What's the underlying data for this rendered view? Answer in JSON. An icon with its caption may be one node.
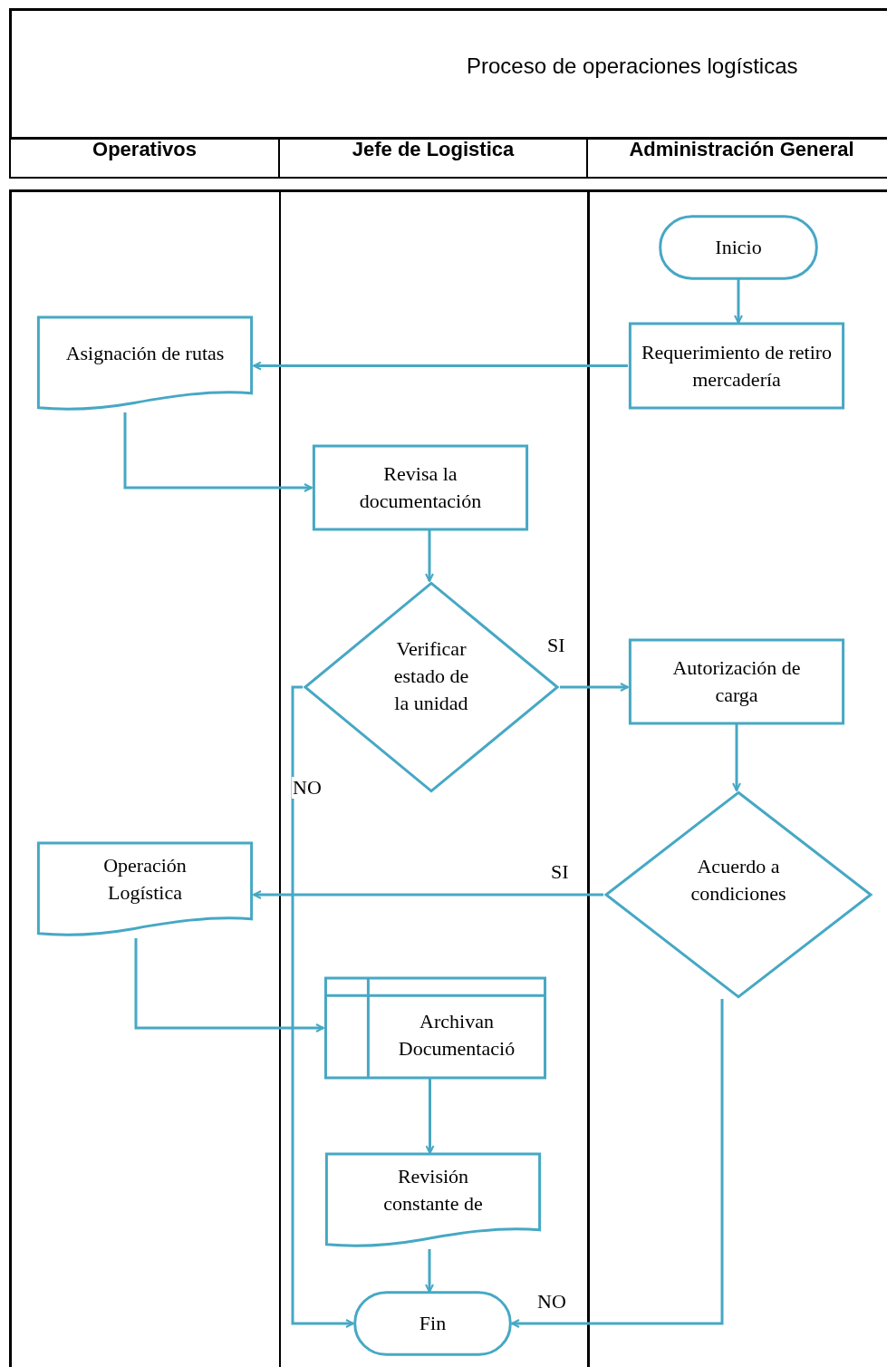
{
  "diagram": {
    "title": "Proceso de operaciones logísticas",
    "nodes": [
      {
        "text": [
          "Inicio"
        ]
      },
      {
        "text": [
          "Requerimiento de retiro mercadería"
        ]
      },
      {
        "text": [
          "Asignación de rutas"
        ]
      },
      {
        "text": [
          "Revisa la documentación"
        ]
      },
      {
        "text": [
          "Verificar estado de la unidad"
        ]
      },
      {
        "text": [
          "Autorización de carga"
        ]
      },
      {
        "text": [
          "Acuerdo a condiciones"
        ]
      },
      {
        "text": [
          "Operación Logística"
        ]
      },
      {
        "text": [
          "Archivan Documentació"
        ]
      },
      {
        "text": [
          "Revisión constante de"
        ]
      },
      {
        "text": [
          "Fin"
        ]
      }
    ],
    "edges": [
      {
        "from": 0,
        "to": 1,
        "arrow": "to"
      },
      {
        "from": 1,
        "to": 2,
        "arrow": "to"
      },
      {
        "from": 2,
        "to": 3,
        "arrow": "to"
      },
      {
        "from": 3,
        "to": 4,
        "arrow": "to"
      },
      {
        "from": 4,
        "to": 5,
        "arrow": "to",
        "label": "SI"
      },
      {
        "from": 5,
        "to": 6,
        "arrow": "to"
      },
      {
        "from": 6,
        "to": 7,
        "arrow": "to",
        "label": "SI"
      },
      {
        "from": 7,
        "to": 8,
        "arrow": "to"
      },
      {
        "from": 8,
        "to": 9,
        "arrow": "to"
      },
      {
        "from": 9,
        "to": 10,
        "arrow": "to"
      },
      {
        "from": 4,
        "to": 10,
        "arrow": "to",
        "label": "NO"
      },
      {
        "from": 6,
        "to": 10,
        "arrow": "to",
        "label": "NO"
      }
    ],
    "labels": [
      "Operativos",
      "Jefe de Logistica",
      "Administración General"
    ]
  }
}
